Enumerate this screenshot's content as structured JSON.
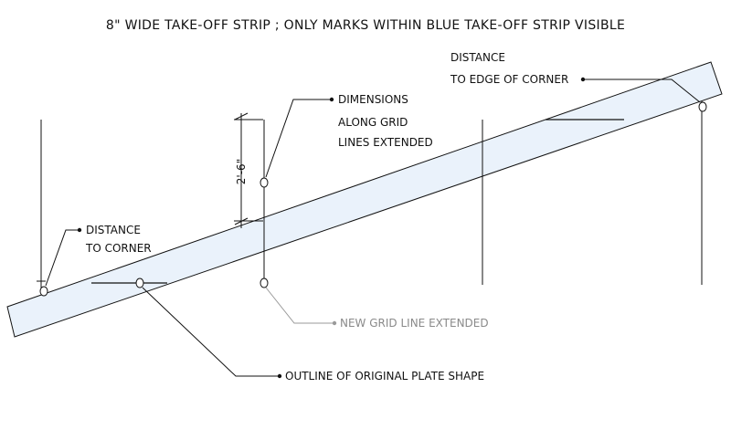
{
  "title": "8\" WIDE TAKE-OFF STRIP ; ONLY MARKS WITHIN BLUE TAKE-OFF STRIP VISIBLE",
  "dimension": "2'-6\"",
  "callouts": {
    "distance_to_edge": [
      "DISTANCE",
      "TO EDGE OF CORNER"
    ],
    "dimensions_along_grid": [
      "DIMENSIONS",
      "ALONG GRID",
      "LINES EXTENDED"
    ],
    "distance_to_corner": [
      "DISTANCE",
      "TO CORNER"
    ],
    "new_grid_line": "NEW GRID LINE EXTENDED",
    "outline_plate": "OUTLINE OF ORIGINAL PLATE SHAPE"
  },
  "colors": {
    "strip_fill": "#eaf2fb",
    "line": "#111111",
    "grey_line": "#9a9a9a"
  }
}
